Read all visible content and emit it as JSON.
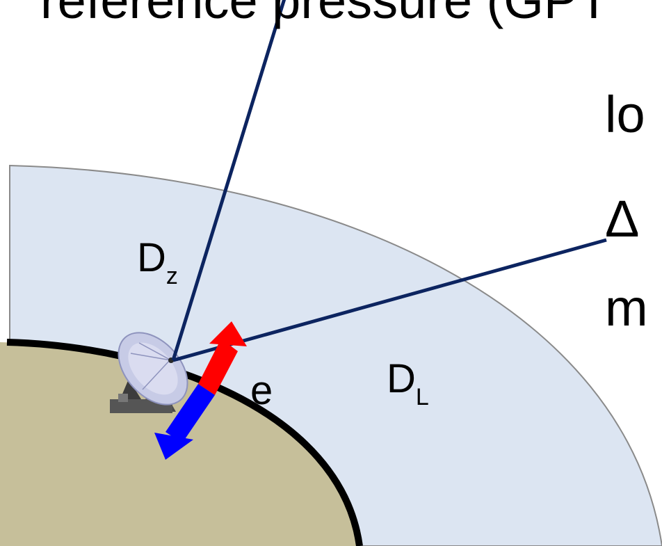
{
  "text": {
    "top_line": "reference pressure (GPT",
    "right_line_1": "lo",
    "right_line_2": "Δ",
    "right_line_3": "m"
  },
  "labels": {
    "zenith_main": "D",
    "zenith_sub": "z",
    "slant_main": "D",
    "slant_sub": "L",
    "direction": "e"
  },
  "colors": {
    "atmosphere": "#dce5f2",
    "atmosphere_edge": "#8a8a8a",
    "ground": "#c6bf9a",
    "ground_edge": "#000000",
    "ray": "#0c2460",
    "arrow_up": "#ff0000",
    "arrow_down": "#0000ff"
  }
}
